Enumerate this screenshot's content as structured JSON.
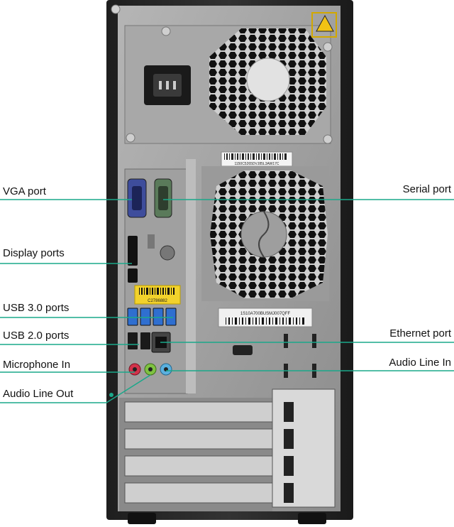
{
  "labels": {
    "vga_port": "VGA port",
    "display_ports": "Display ports",
    "usb30_ports": "USB 3.0 ports",
    "usb20_ports": "USB 2.0 ports",
    "microphone_in": "Microphone In",
    "audio_line_out": "Audio Line Out",
    "serial_port": "Serial port",
    "ethernet_port": "Ethernet port",
    "audio_line_in": "Audio Line In"
  },
  "stickers": {
    "psu_serial": "1150C5265DVJ85L3AW17C",
    "board_serial": "1S10A700BUSMJ007QFF",
    "yellow_tag": "C2786882"
  },
  "colors": {
    "callout_line": "#1aa88a",
    "chassis": "#2b2b2b",
    "panel": "#9a9a9a",
    "usb3_blue": "#2f6fd0",
    "mic_pink": "#d2334b",
    "line_out_green": "#7fc241",
    "line_in_blue": "#5ab0df"
  }
}
